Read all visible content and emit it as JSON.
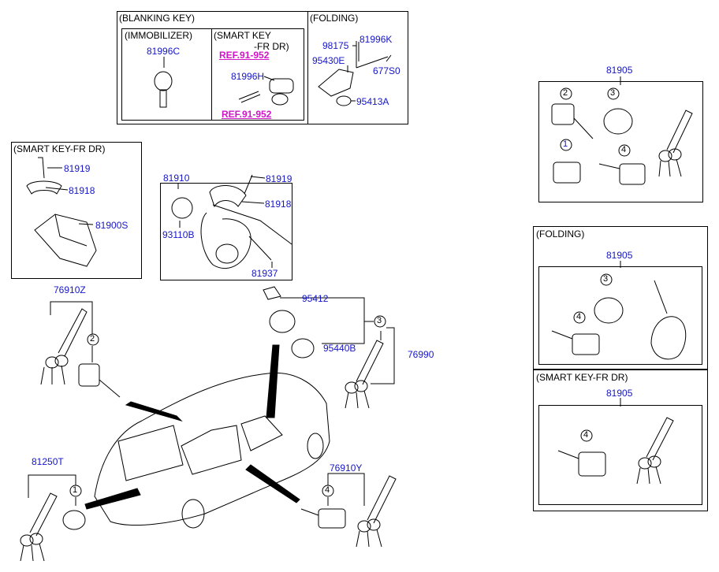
{
  "headers": {
    "blanking_key": "(BLANKING KEY)",
    "immobilizer": "(IMMOBILIZER)",
    "smart_key_line1": "(SMART KEY",
    "smart_key_line2": "-FR DR)",
    "folding_top": "(FOLDING)",
    "smart_key_fr_dr_left": "(SMART KEY-FR DR)",
    "folding_right": "(FOLDING)",
    "smart_key_fr_dr_right": "(SMART KEY-FR DR)"
  },
  "refs": {
    "ref_upper": "REF.91-952",
    "ref_lower": "REF.91-952"
  },
  "parts": {
    "p81996C": "81996C",
    "p81996H": "81996H",
    "p98175": "98175",
    "p81996K": "81996K",
    "p95430E": "95430E",
    "p677S0": "677S0",
    "p95413A": "95413A",
    "p81919_left": "81919",
    "p81918_left": "81918",
    "p81900S": "81900S",
    "p81910": "81910",
    "p81919_mid": "81919",
    "p81918_mid": "81918",
    "p93110B": "93110B",
    "p81937": "81937",
    "p76910Z": "76910Z",
    "p95412": "95412",
    "p95440B": "95440B",
    "p76990": "76990",
    "p81250T": "81250T",
    "p76910Y": "76910Y",
    "p81905_top": "81905",
    "p81905_folding": "81905",
    "p81905_smart": "81905"
  },
  "callouts": {
    "c1_top": "1",
    "c2_top": "2",
    "c3_top": "3",
    "c4_top": "4",
    "c3_fold": "3",
    "c4_fold": "4",
    "c4_smart": "4",
    "c2_left": "2",
    "c3_mid": "3",
    "c1_bottom": "1",
    "c4_bottom": "4"
  },
  "colors": {
    "part_number": "#1515c8",
    "reference": "#d015c8",
    "line": "#000000"
  }
}
